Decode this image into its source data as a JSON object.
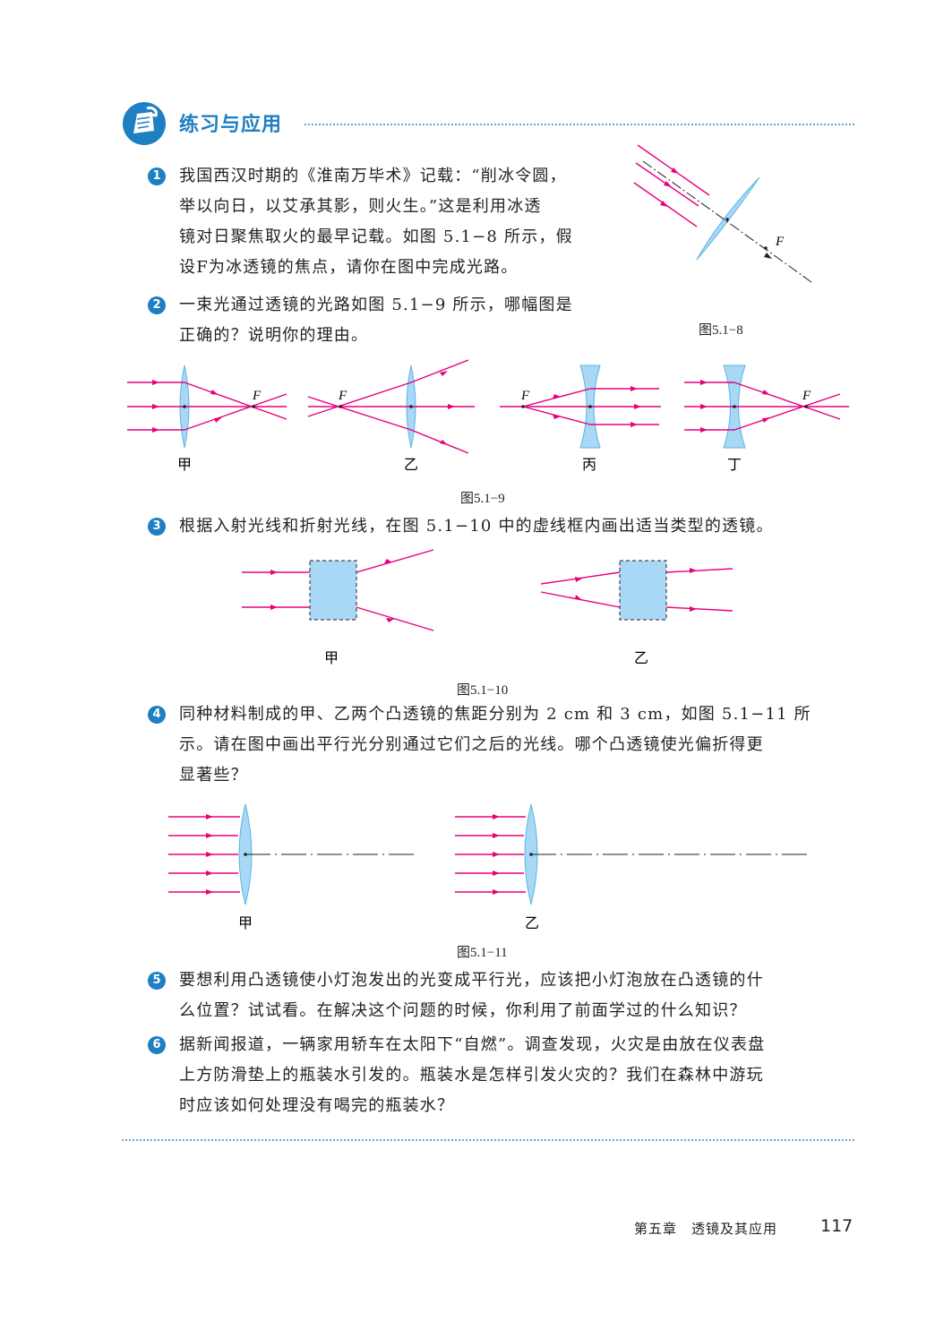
{
  "section": {
    "title": "练习与应用"
  },
  "q1": {
    "num": "1",
    "lines": [
      "我国西汉时期的《淮南万毕术》记载：“削冰令圆，",
      "举以向日，以艾承其影，则火生。”这是利用冰透",
      "镜对日聚焦取火的最早记载。如图 5.1−8 所示，假",
      "设F为冰透镜的焦点，请你在图中完成光路。"
    ]
  },
  "q2": {
    "num": "2",
    "lines": [
      "一束光通过透镜的光路如图 5.1−9 所示，哪幅图是",
      "正确的？说明你的理由。"
    ]
  },
  "fig518": {
    "caption": "图5.1−8",
    "f_label": "F"
  },
  "fig519": {
    "caption": "图5.1−9",
    "panels": [
      {
        "label": "甲",
        "f": "F"
      },
      {
        "label": "乙",
        "f": "F"
      },
      {
        "label": "丙",
        "f": "F"
      },
      {
        "label": "丁",
        "f": "F"
      }
    ]
  },
  "q3": {
    "num": "3",
    "line": "根据入射光线和折射光线，在图 5.1−10 中的虚线框内画出适当类型的透镜。"
  },
  "fig5110": {
    "caption": "图5.1−10",
    "labels": [
      "甲",
      "乙"
    ]
  },
  "q4": {
    "num": "4",
    "lines": [
      "同种材料制成的甲、乙两个凸透镜的焦距分别为 2 cm 和 3 cm，如图 5.1−11 所",
      "示。请在图中画出平行光分别通过它们之后的光线。哪个凸透镜使光偏折得更",
      "显著些？"
    ]
  },
  "fig5111": {
    "caption": "图5.1−11",
    "labels": [
      "甲",
      "乙"
    ]
  },
  "q5": {
    "num": "5",
    "lines": [
      "要想利用凸透镜使小灯泡发出的光变成平行光，应该把小灯泡放在凸透镜的什",
      "么位置？试试看。在解决这个问题的时候，你利用了前面学过的什么知识？"
    ]
  },
  "q6": {
    "num": "6",
    "lines": [
      "据新闻报道，一辆家用轿车在太阳下“自燃”。调查发现，火灾是由放在仪表盘",
      "上方防滑垫上的瓶装水引发的。瓶装水是怎样引发火灾的？我们在森林中游玩",
      "时应该如何处理没有喝完的瓶装水？"
    ]
  },
  "footer": {
    "chapter": "第五章　透镜及其应用",
    "page": "117"
  },
  "colors": {
    "accent": "#1e7fc2",
    "ray": "#e6007e",
    "lens": "#a8d8f5",
    "lens_edge": "#5bb4e5"
  },
  "icons": [
    "practice-badge-icon"
  ]
}
